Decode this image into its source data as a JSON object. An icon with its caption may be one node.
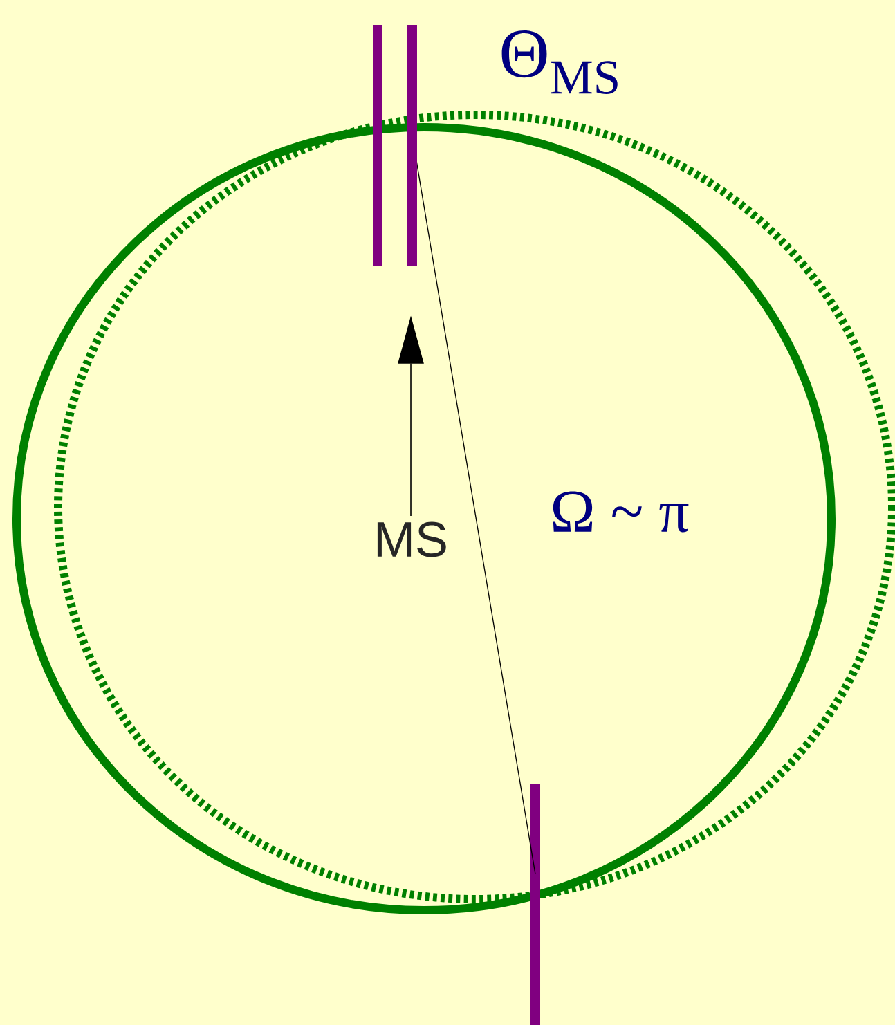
{
  "diagram": {
    "nodes": [
      {
        "text": [
          "MS"
        ]
      },
      {
        "text": [],
        "shape": "bar"
      }
    ],
    "edges": [
      {
        "from": 0,
        "to": 1,
        "arrow": "to"
      }
    ],
    "labels": [
      "Θ$_{MS}$",
      "Ω ~ π"
    ]
  }
}
